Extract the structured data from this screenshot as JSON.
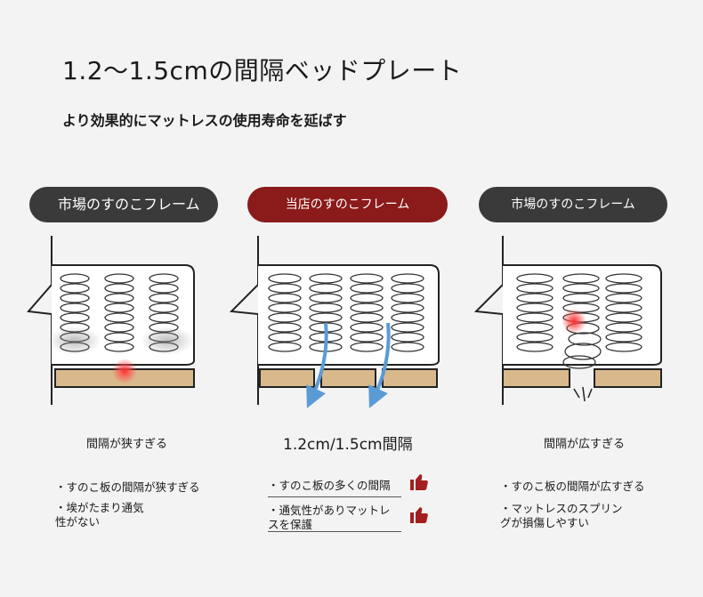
{
  "header": {
    "title": "1.2～1.5cmの間隔ベッドプレート",
    "subtitle": "より効果的にマットレスの使用寿命を延ばす"
  },
  "panels": [
    {
      "label": "市場のすのこフレーム",
      "caption": "間隔が狭すぎる",
      "bullets": [
        "・すのこ板の間隔が狭すぎる",
        "・埃がたまり通気\n性がない"
      ]
    },
    {
      "label": "当店のすのこフレーム",
      "caption": "1.2cm/1.5cm間隔",
      "bullets": [
        "・すのこ板の多くの間隔",
        "・通気性がありマットレ\nスを保護"
      ]
    },
    {
      "label": "市場のすのこフレーム",
      "caption": "間隔が広すぎる",
      "bullets": [
        "・すのこ板の間隔が広すぎる",
        "・マットレスのスプリン\nグが損傷しやすい"
      ]
    }
  ],
  "colors": {
    "pill_dark": "#3a3a3a",
    "pill_accent": "#8b1a1a",
    "slat": "#d9b98c",
    "arrow": "#5b9bd5",
    "thumb": "#a31f1f"
  },
  "icons": [
    "thumbs-up-icon",
    "thumbs-up-icon"
  ]
}
